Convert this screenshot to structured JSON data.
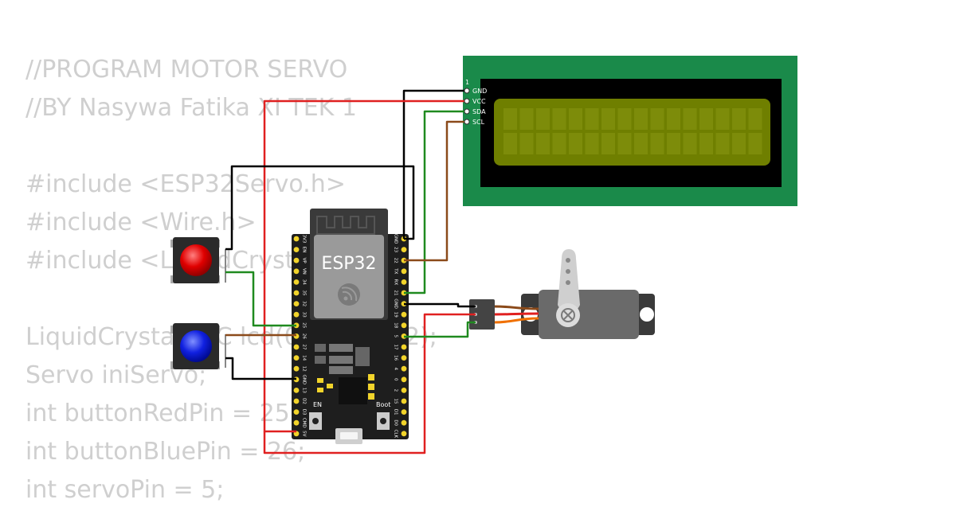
{
  "code_lines": [
    "//PROGRAM MOTOR SERVO",
    "//BY Nasywa Fatika XI TEK 1",
    "",
    "#include <ESP32Servo.h>",
    "#include <Wire.h>",
    "#include <LiquidCrystal_I2C.h>",
    "",
    "LiquidCrystal_I2C lcd(0x27, 16, 2);",
    "Servo iniServo;",
    "int buttonRedPin = 25;",
    "int buttonBluePin = 26;",
    "int servoPin = 5;"
  ],
  "lcd": {
    "pin1_label": "1",
    "pins": [
      "GND",
      "VCC",
      "SDA",
      "SCL"
    ]
  },
  "esp32": {
    "chip_label": "ESP32",
    "left_pins": [
      "3V3",
      "EN",
      "VP",
      "VN",
      "34",
      "35",
      "32",
      "33",
      "25",
      "26",
      "27",
      "14",
      "12",
      "GND",
      "13",
      "D2",
      "D3",
      "CMD",
      "5V"
    ],
    "right_pins": [
      "GND",
      "23",
      "22",
      "TX",
      "RX",
      "21",
      "GND",
      "19",
      "18",
      "5",
      "17",
      "16",
      "4",
      "0",
      "2",
      "15",
      "D1",
      "D0",
      "CLK"
    ],
    "en_label": "EN",
    "boot_label": "Boot"
  },
  "colors": {
    "board": "#1e1e1e",
    "pin_gold": "#f2d42b",
    "lcd_pcb": "#1a8a4a",
    "lcd_screen": "#6f7f00",
    "wire_red": "#e02020",
    "wire_black": "#000000",
    "wire_green": "#1f8a1f",
    "wire_brown": "#8b4a1a",
    "wire_orange": "#f07000",
    "button_red": "#e00000",
    "button_blue": "#1020e0",
    "code_text": "#cfcfcf"
  }
}
